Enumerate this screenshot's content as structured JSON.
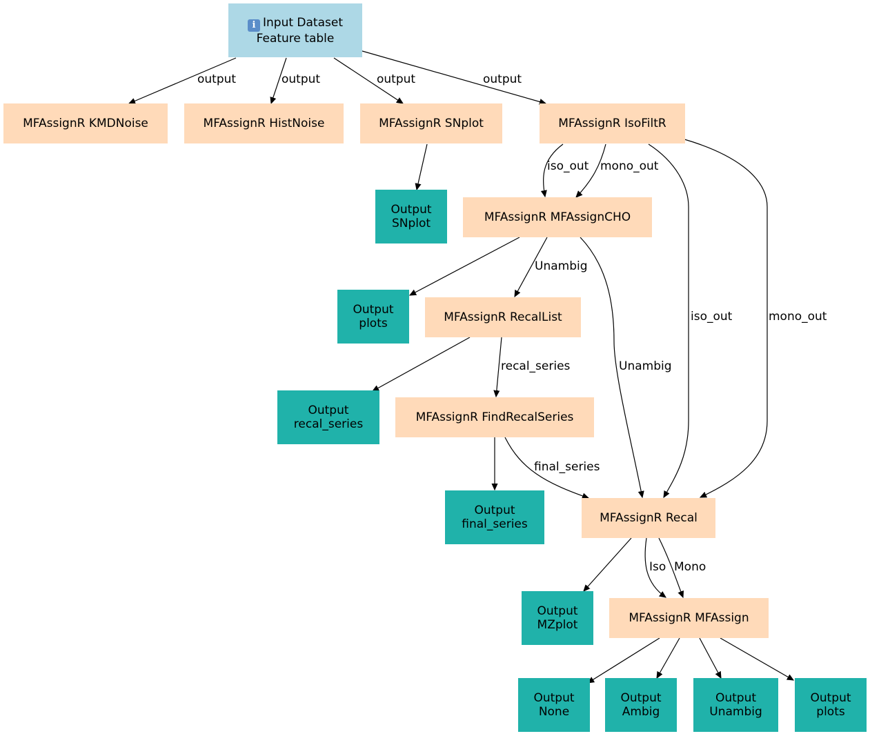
{
  "colors": {
    "input_fill": "#add8e6",
    "step_fill": "#ffdab9",
    "output_fill": "#20b2aa",
    "edge": "#000000"
  },
  "nodes": {
    "input": {
      "icon": "info-icon",
      "icon_glyph": "i",
      "line1": "Input Dataset",
      "line2": "Feature table"
    },
    "kmdnoise": {
      "label": "MFAssignR KMDNoise"
    },
    "histnoise": {
      "label": "MFAssignR HistNoise"
    },
    "snplot": {
      "label": "MFAssignR SNplot"
    },
    "isofiltr": {
      "label": "MFAssignR IsoFiltR"
    },
    "out_snplot": {
      "line1": "Output",
      "line2": "SNplot"
    },
    "mfassigncho": {
      "label": "MFAssignR MFAssignCHO"
    },
    "out_plots1": {
      "line1": "Output",
      "line2": "plots"
    },
    "recallist": {
      "label": "MFAssignR RecalList"
    },
    "out_recal_series": {
      "line1": "Output",
      "line2": "recal_series"
    },
    "findrecalseries": {
      "label": "MFAssignR FindRecalSeries"
    },
    "out_final_series": {
      "line1": "Output",
      "line2": "final_series"
    },
    "recal": {
      "label": "MFAssignR Recal"
    },
    "out_mzplot": {
      "line1": "Output",
      "line2": "MZplot"
    },
    "mfassign": {
      "label": "MFAssignR MFAssign"
    },
    "out_none": {
      "line1": "Output",
      "line2": "None"
    },
    "out_ambig": {
      "line1": "Output",
      "line2": "Ambig"
    },
    "out_unambig": {
      "line1": "Output",
      "line2": "Unambig"
    },
    "out_plots2": {
      "line1": "Output",
      "line2": "plots"
    }
  },
  "edge_labels": {
    "e1": "output",
    "e2": "output",
    "e3": "output",
    "e4": "output",
    "e5": "iso_out",
    "e6": "mono_out",
    "e7": "iso_out",
    "e8": "mono_out",
    "e9": "Unambig",
    "e10": "Unambig",
    "e11": "recal_series",
    "e12": "final_series",
    "e13": "Iso",
    "e14": "Mono"
  }
}
